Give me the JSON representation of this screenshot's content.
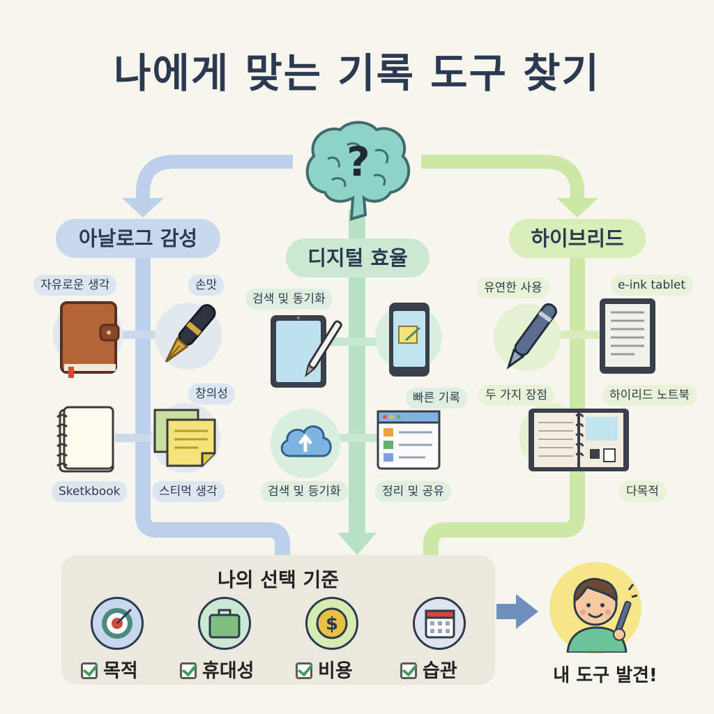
{
  "title": "나에게 맞는 기록 도구 찾기",
  "categories": {
    "analog": "아날로그 감성",
    "digital": "디지털 효율",
    "hybrid": "하이브리드"
  },
  "analog_items": {
    "notebook_tag": "자유로운 생각",
    "pen_tag": "손맛",
    "creativity_tag": "창의성",
    "sketchbook_tag": "Sketkbook",
    "sticky_tag": "스티먹 생각"
  },
  "digital_items": {
    "tablet_tag": "검색 및 동기화",
    "phone_tag": "빠른 기록",
    "cloud_tag": "검색 및 등기화",
    "app_tag": "정리 및 공유"
  },
  "hybrid_items": {
    "smartpen_tag": "유연한 사용",
    "eink_tag": "e-ink tablet",
    "two_tag": "두 가지 장점",
    "hybrid_note_tag": "하이리드 노트북",
    "multi_tag": "다목적"
  },
  "criteria": {
    "title": "나의 선택 기준",
    "items": [
      "목적",
      "휴대성",
      "비용",
      "습관"
    ]
  },
  "result": "내 도구 발견!",
  "colors": {
    "analog": "#b9cfe8",
    "digital": "#b5e0c2",
    "hybrid": "#c6e49a",
    "title": "#2b3a50"
  }
}
